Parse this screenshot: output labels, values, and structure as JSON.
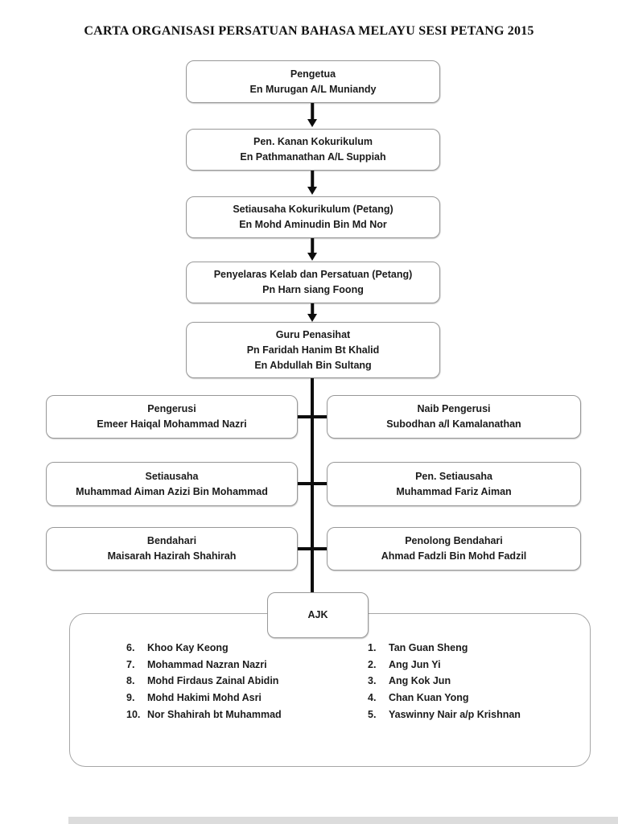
{
  "title": "CARTA ORGANISASI PERSATUAN BAHASA MELAYU SESI PETANG 2015",
  "chain": [
    {
      "role": "Pengetua",
      "names": [
        "En Murugan A/L Muniandy"
      ]
    },
    {
      "role": "Pen. Kanan Kokurikulum",
      "names": [
        "En Pathmanathan A/L Suppiah"
      ]
    },
    {
      "role": "Setiausaha Kokurikulum (Petang)",
      "names": [
        "En Mohd Aminudin Bin Md Nor"
      ]
    },
    {
      "role": "Penyelaras Kelab dan Persatuan (Petang)",
      "names": [
        "Pn Harn siang Foong"
      ]
    },
    {
      "role": "Guru Penasihat",
      "names": [
        "Pn Faridah Hanim Bt Khalid",
        "En Abdullah Bin Sultang"
      ]
    }
  ],
  "pairs": [
    {
      "left": {
        "role": "Pengerusi",
        "name": "Emeer Haiqal Mohammad Nazri"
      },
      "right": {
        "role": "Naib Pengerusi",
        "name": "Subodhan a/l Kamalanathan"
      }
    },
    {
      "left": {
        "role": "Setiausaha",
        "name": "Muhammad Aiman Azizi Bin Mohammad"
      },
      "right": {
        "role": "Pen. Setiausaha",
        "name": "Muhammad Fariz Aiman"
      }
    },
    {
      "left": {
        "role": "Bendahari",
        "name": "Maisarah Hazirah Shahirah"
      },
      "right": {
        "role": "Penolong Bendahari",
        "name": "Ahmad Fadzli Bin Mohd Fadzil"
      }
    }
  ],
  "ajk": {
    "label": "AJK",
    "left_list": [
      {
        "num": "6.",
        "name": "Khoo Kay Keong"
      },
      {
        "num": "7.",
        "name": "Mohammad Nazran Nazri"
      },
      {
        "num": "8.",
        "name": "Mohd Firdaus Zainal Abidin"
      },
      {
        "num": "9.",
        "name": "Mohd Hakimi Mohd Asri"
      },
      {
        "num": "10.",
        "name": "Nor Shahirah bt Muhammad"
      }
    ],
    "right_list": [
      {
        "num": "1.",
        "name": "Tan Guan Sheng"
      },
      {
        "num": "2.",
        "name": "Ang Jun Yi"
      },
      {
        "num": "3.",
        "name": "Ang Kok Jun"
      },
      {
        "num": "4.",
        "name": "Chan Kuan Yong"
      },
      {
        "num": "5.",
        "name": "Yaswinny Nair a/p Krishnan"
      }
    ]
  },
  "colors": {
    "line": "#0d0d0d",
    "box_border": "#989898",
    "text": "#1b1b1b",
    "background": "#ffffff"
  }
}
